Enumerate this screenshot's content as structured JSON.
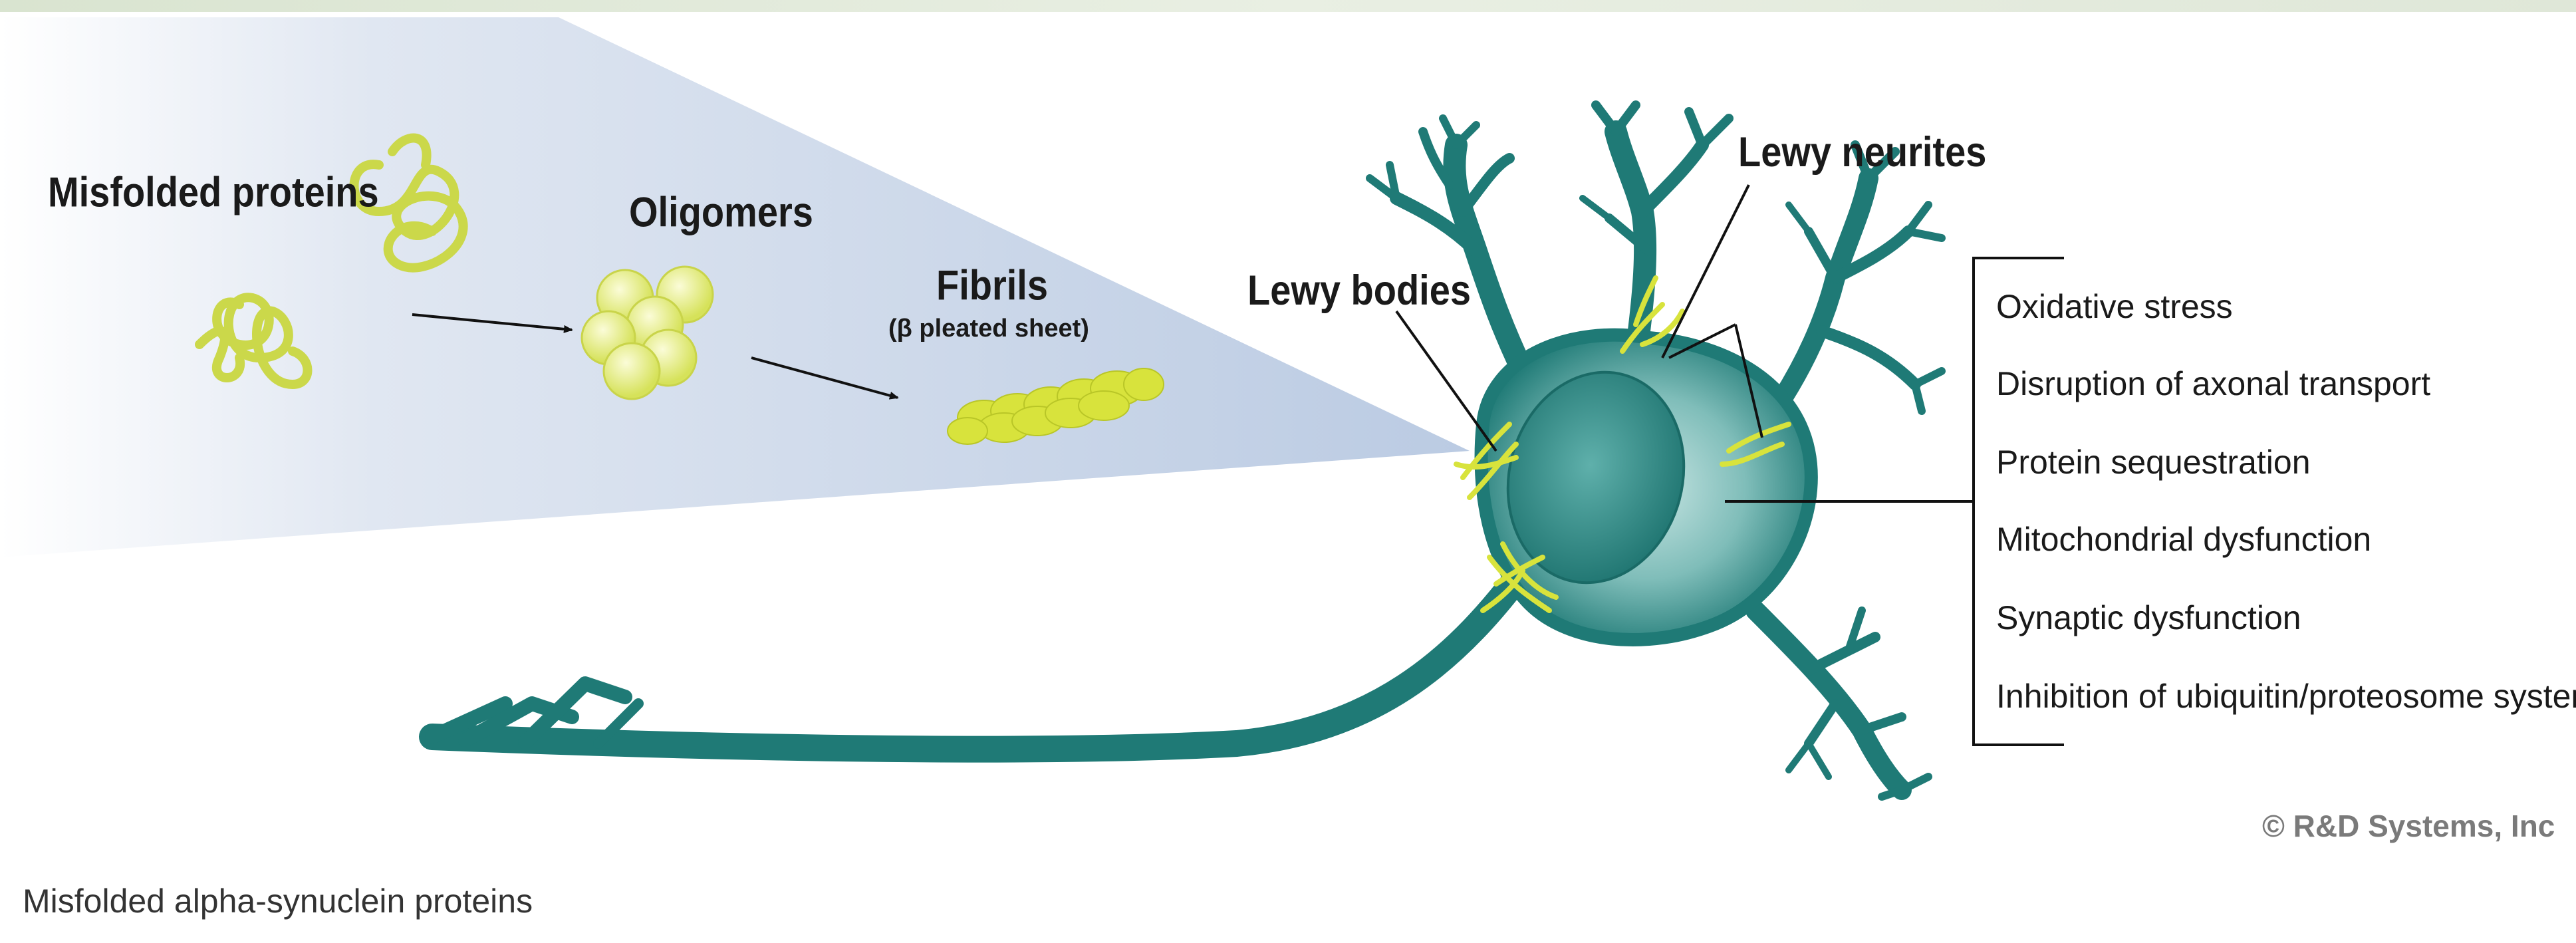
{
  "caption": "Misfolded alpha-synuclein proteins",
  "stages": {
    "misfolded": "Misfolded proteins",
    "oligomers": "Oligomers",
    "fibrils": "Fibrils",
    "fibrils_sub": "(β pleated sheet)"
  },
  "neuron_labels": {
    "lewy_bodies": "Lewy bodies",
    "lewy_neurites": "Lewy neurites"
  },
  "consequences": [
    "Oxidative stress",
    "Disruption of axonal transport",
    "Protein sequestration",
    "Mitochondrial dysfunction",
    "Synaptic dysfunction",
    "Inhibition of ubiquitin/proteosome system"
  ],
  "copyright": "© R&D Systems, Inc",
  "colors": {
    "neuron": "#1f7a76",
    "protein": "#d4e03a",
    "wedge": "#b9c9e2"
  }
}
